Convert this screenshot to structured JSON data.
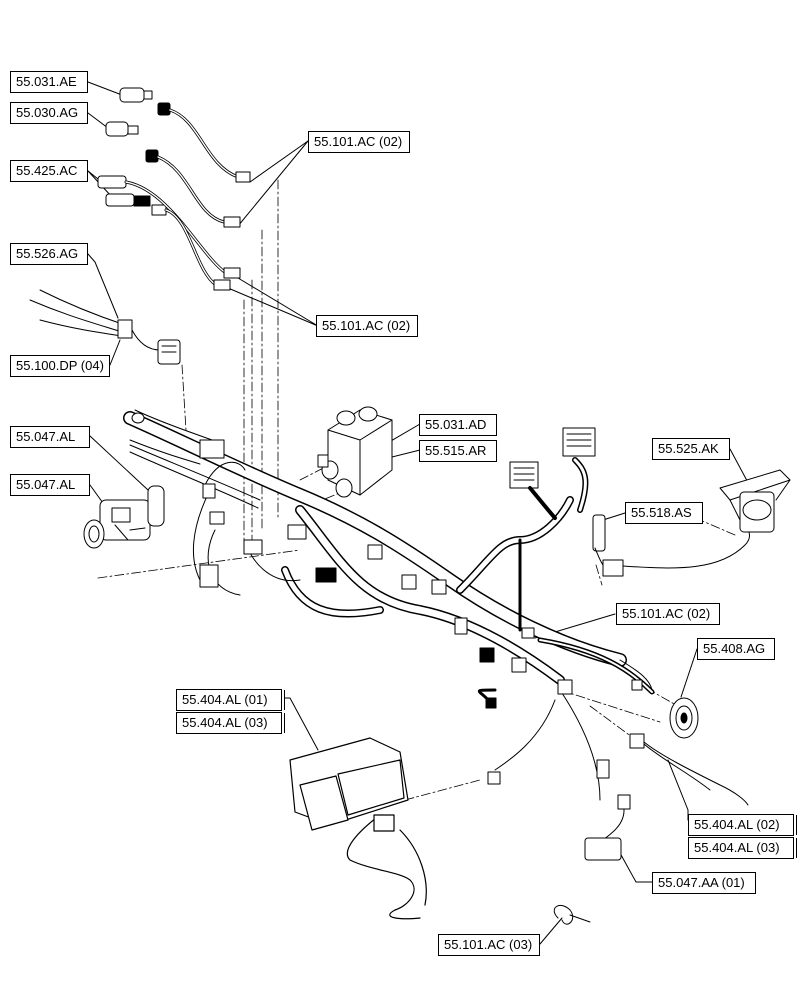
{
  "callouts": [
    {
      "id": "c1",
      "text": "55.031.AE"
    },
    {
      "id": "c2",
      "text": "55.030.AG"
    },
    {
      "id": "c3",
      "text": "55.425.AC"
    },
    {
      "id": "c4",
      "text": "55.101.AC (02)"
    },
    {
      "id": "c5",
      "text": "55.526.AG"
    },
    {
      "id": "c6",
      "text": "55.101.AC (02)"
    },
    {
      "id": "c7",
      "text": "55.100.DP (04)"
    },
    {
      "id": "c8",
      "text": "55.031.AD"
    },
    {
      "id": "c9",
      "text": "55.515.AR"
    },
    {
      "id": "c10",
      "text": "55.047.AL"
    },
    {
      "id": "c11",
      "text": "55.525.AK"
    },
    {
      "id": "c12",
      "text": "55.047.AL"
    },
    {
      "id": "c13",
      "text": "55.518.AS"
    },
    {
      "id": "c14",
      "text": "55.101.AC (02)"
    },
    {
      "id": "c15",
      "text": "55.408.AG"
    },
    {
      "id": "c16",
      "text": "55.404.AL (01)"
    },
    {
      "id": "c17",
      "text": "55.404.AL (03)"
    },
    {
      "id": "c18",
      "text": "55.404.AL (02)"
    },
    {
      "id": "c19",
      "text": "55.404.AL (03)"
    },
    {
      "id": "c20",
      "text": "55.047.AA (01)"
    },
    {
      "id": "c21",
      "text": "55.101.AC (03)"
    }
  ]
}
